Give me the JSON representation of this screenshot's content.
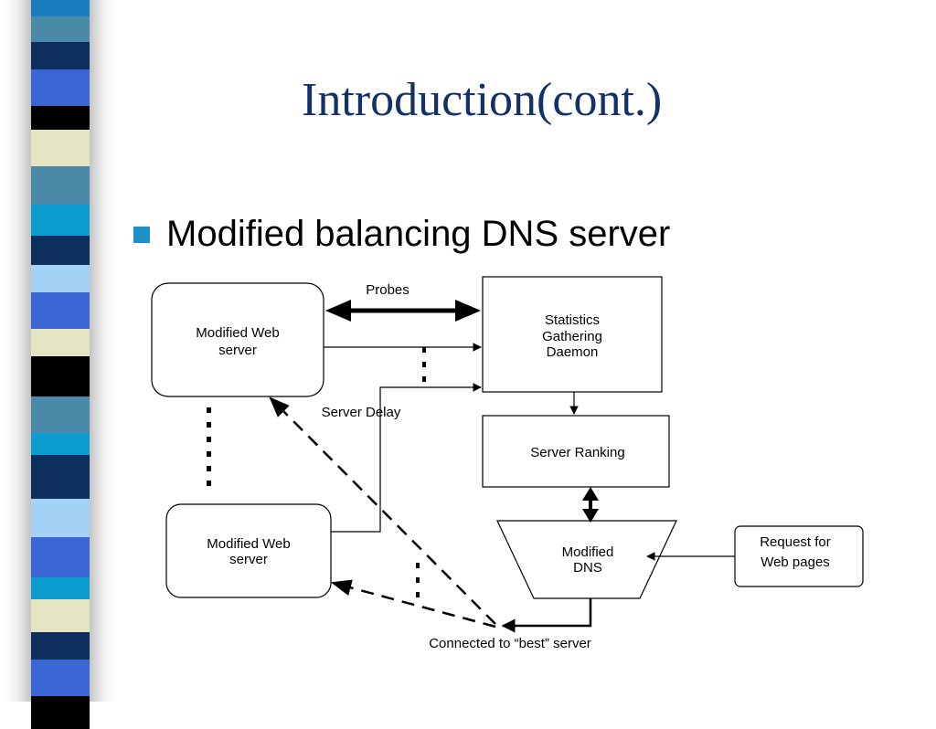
{
  "slide": {
    "title": "Introduction(cont.)",
    "bullet": "Modified balancing DNS server"
  },
  "colors": {
    "title": "#12306a",
    "bullet_marker": "#1e90c8",
    "stripe_shadow": "#c4c4c4",
    "stripe_bands": [
      "#1b7cc0",
      "#4a89a8",
      "#0c2f5e",
      "#3b67d4",
      "#000000",
      "#e3e5c2",
      "#4a89a8",
      "#0c9dd0",
      "#0c2f5e",
      "#a4d2f4",
      "#3b67d4",
      "#e3e5c2",
      "#000000",
      "#4a89a8",
      "#0c9dd0",
      "#0c2f5e",
      "#a4d2f4",
      "#3b67d4",
      "#0c9dd0",
      "#e3e5c2",
      "#0c2f5e",
      "#3b67d4",
      "#000000"
    ]
  },
  "diagram": {
    "web_server_1": [
      "Modified Web",
      "server"
    ],
    "web_server_2": [
      "Modified Web",
      "server"
    ],
    "stats_daemon": [
      "Statistics",
      "Gathering",
      "Daemon"
    ],
    "server_ranking": "Server Ranking",
    "modified_dns": [
      "Modified",
      "DNS"
    ],
    "request": [
      "Request for",
      "Web pages"
    ],
    "probes_label": "Probes",
    "server_delay_label": "Server Delay",
    "connected_label": "Connected to “best” server"
  }
}
